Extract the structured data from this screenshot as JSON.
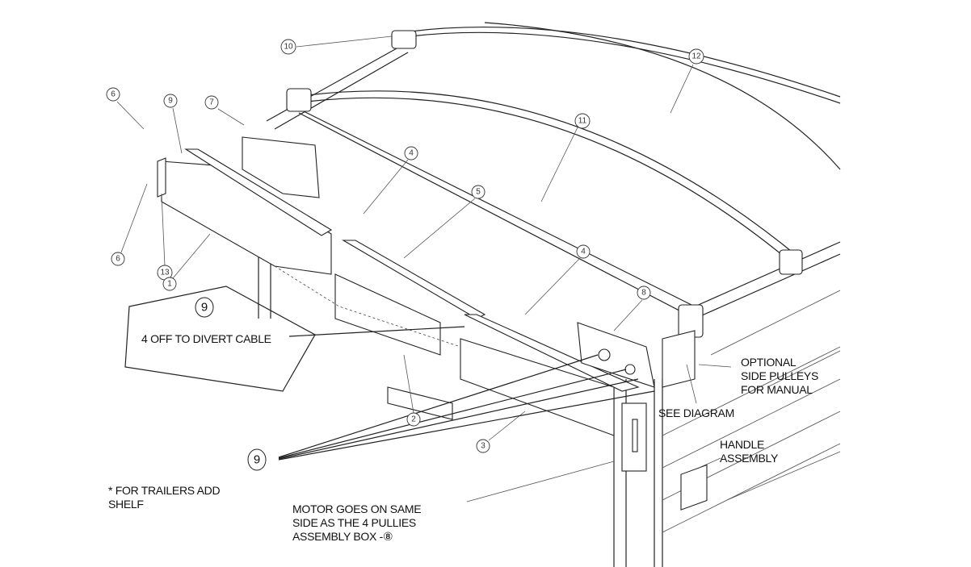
{
  "callouts": {
    "c10": "10",
    "c12": "12",
    "c6a": "6",
    "c9a": "9",
    "c7": "7",
    "c11": "11",
    "c4a": "4",
    "c5": "5",
    "c6b": "6",
    "c13": "13",
    "c1": "1",
    "c4b": "4",
    "c8": "8",
    "c2": "2",
    "c3": "3",
    "c9b": "9",
    "c9c": "9"
  },
  "notes": {
    "divert_cable": "4 OFF TO DIVERT CABLE",
    "optional_pulleys": "OPTIONAL\nSIDE PULLEYS\nFOR MANUAL",
    "see_diagram": "SEE DIAGRAM",
    "handle_assembly": "HANDLE\nASSEMBLY",
    "trailers_shelf": "* FOR TRAILERS ADD\nSHELF",
    "motor_note": "MOTOR GOES ON SAME\nSIDE AS THE 4 PULLIES\nASSEMBLY BOX -⑧"
  }
}
